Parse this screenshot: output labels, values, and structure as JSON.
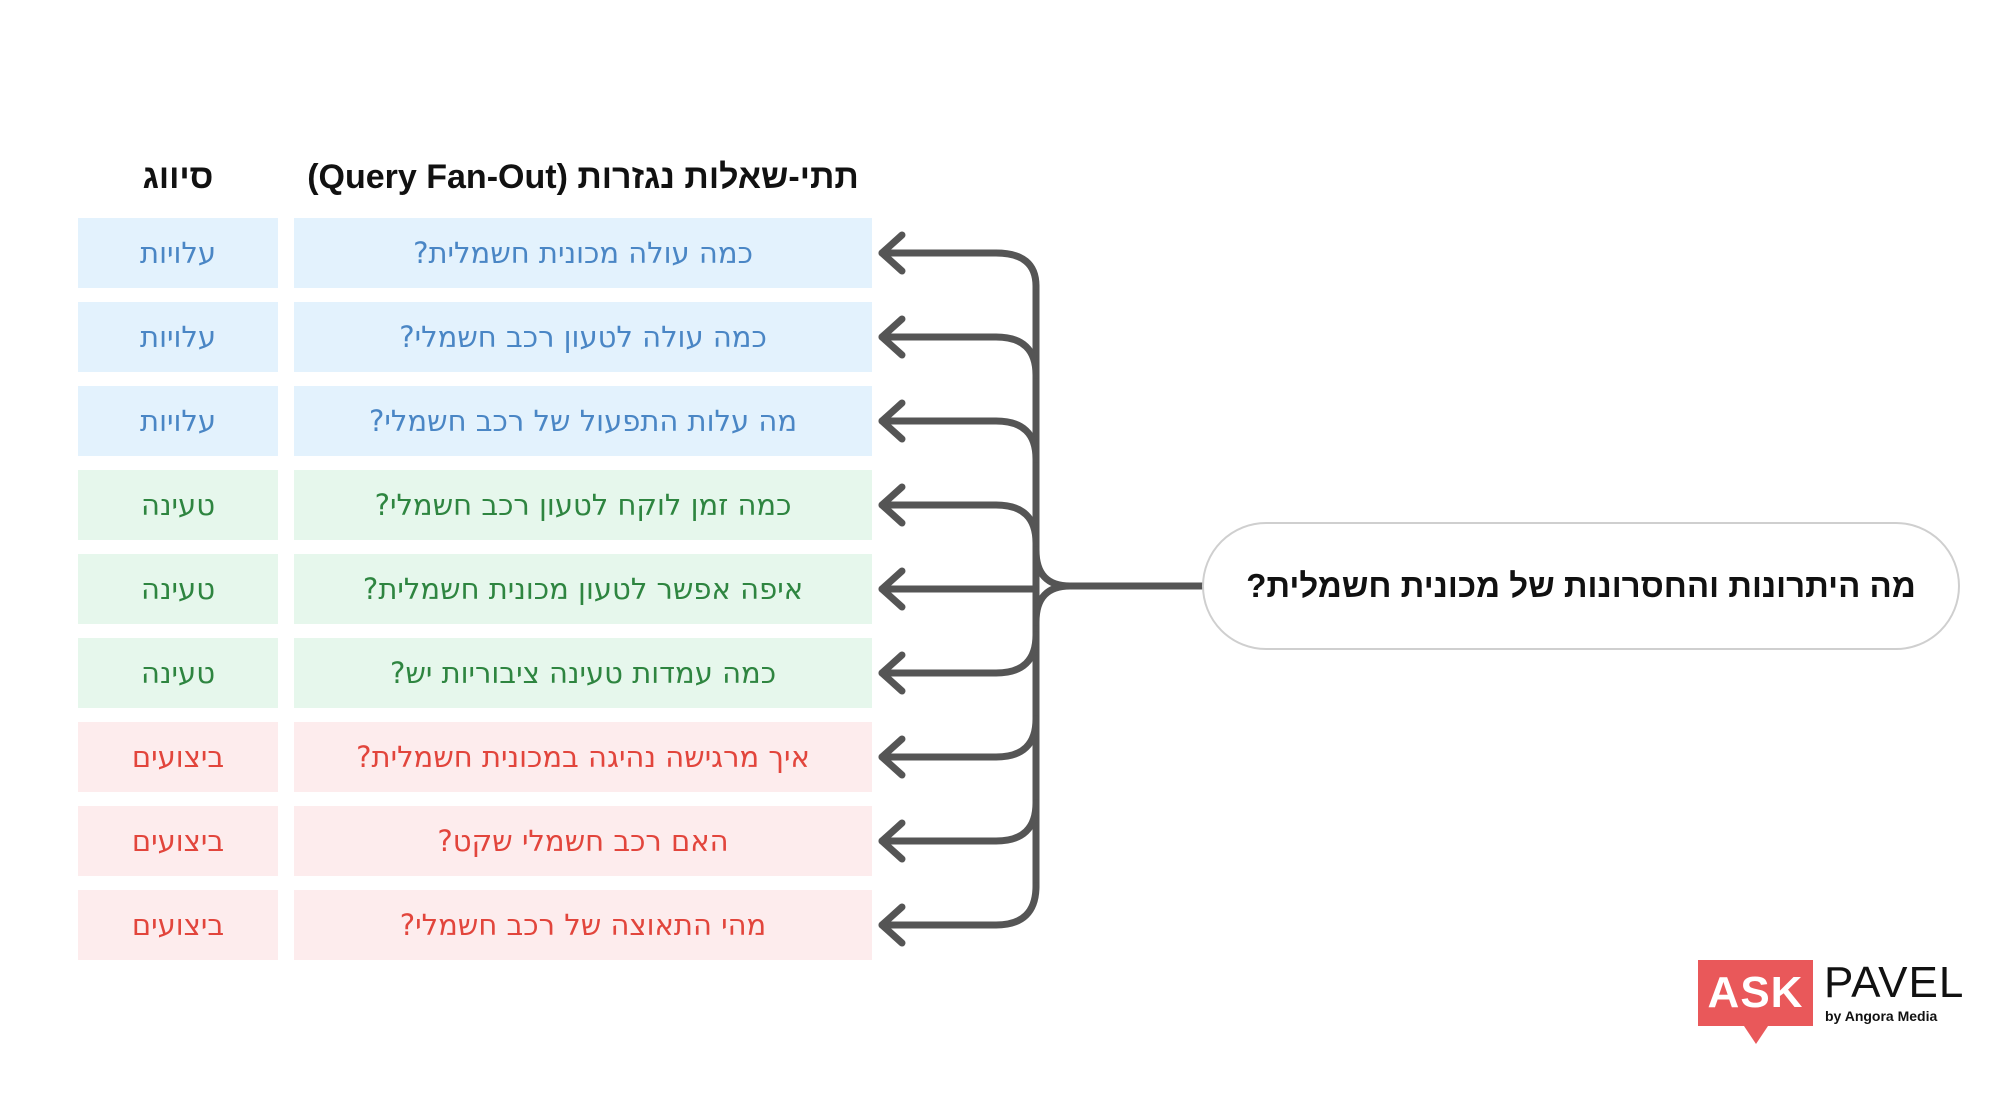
{
  "headers": {
    "subquestions": "תתי-שאלות נגזרות (Query Fan-Out)",
    "category": "סיווג"
  },
  "main_question": "מה היתרונות והחסרונות של מכונית חשמלית?",
  "rows": [
    {
      "question": "כמה עולה מכונית חשמלית?",
      "category": "עלויות",
      "group": "cost"
    },
    {
      "question": "כמה עולה לטעון רכב חשמלי?",
      "category": "עלויות",
      "group": "cost"
    },
    {
      "question": "מה עלות התפעול של רכב חשמלי?",
      "category": "עלויות",
      "group": "cost"
    },
    {
      "question": "כמה זמן לוקח לטעון רכב חשמלי?",
      "category": "טעינה",
      "group": "charge"
    },
    {
      "question": "איפה אפשר לטעון מכונית חשמלית?",
      "category": "טעינה",
      "group": "charge"
    },
    {
      "question": "כמה עמדות טעינה ציבוריות יש?",
      "category": "טעינה",
      "group": "charge"
    },
    {
      "question": "איך מרגישה נהיגה במכונית חשמלית?",
      "category": "ביצועים",
      "group": "perf"
    },
    {
      "question": "האם רכב חשמלי שקט?",
      "category": "ביצועים",
      "group": "perf"
    },
    {
      "question": "מהי התאוצה של רכב חשמלי?",
      "category": "ביצועים",
      "group": "perf"
    }
  ],
  "colors": {
    "cost_bg": "#e3f2fd",
    "cost_text": "#4a86c5",
    "charge_bg": "#e6f7ec",
    "charge_text": "#2e8540",
    "perf_bg": "#fdeced",
    "perf_text": "#e2453c",
    "connector": "#555555",
    "logo_red": "#e9585a"
  },
  "logo": {
    "ask": "ASK",
    "word": "PAVEL",
    "sub": "by Angora Media"
  }
}
